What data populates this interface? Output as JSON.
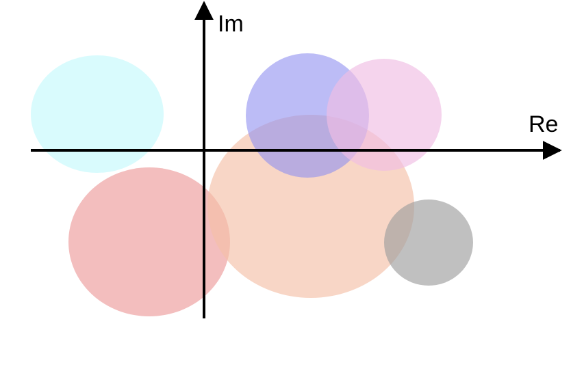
{
  "axes": {
    "real_label": "Re",
    "imag_label": "Im",
    "color": "#000000"
  },
  "regions": [
    {
      "name": "region-cyan",
      "color": "#bff8fb"
    },
    {
      "name": "region-red",
      "color": "#eea3a3"
    },
    {
      "name": "region-orange",
      "color": "#f4c0a8"
    },
    {
      "name": "region-blue",
      "color": "#8f8ff0"
    },
    {
      "name": "region-pink",
      "color": "#f0bde3"
    },
    {
      "name": "region-gray",
      "color": "#9e9e9e"
    }
  ]
}
